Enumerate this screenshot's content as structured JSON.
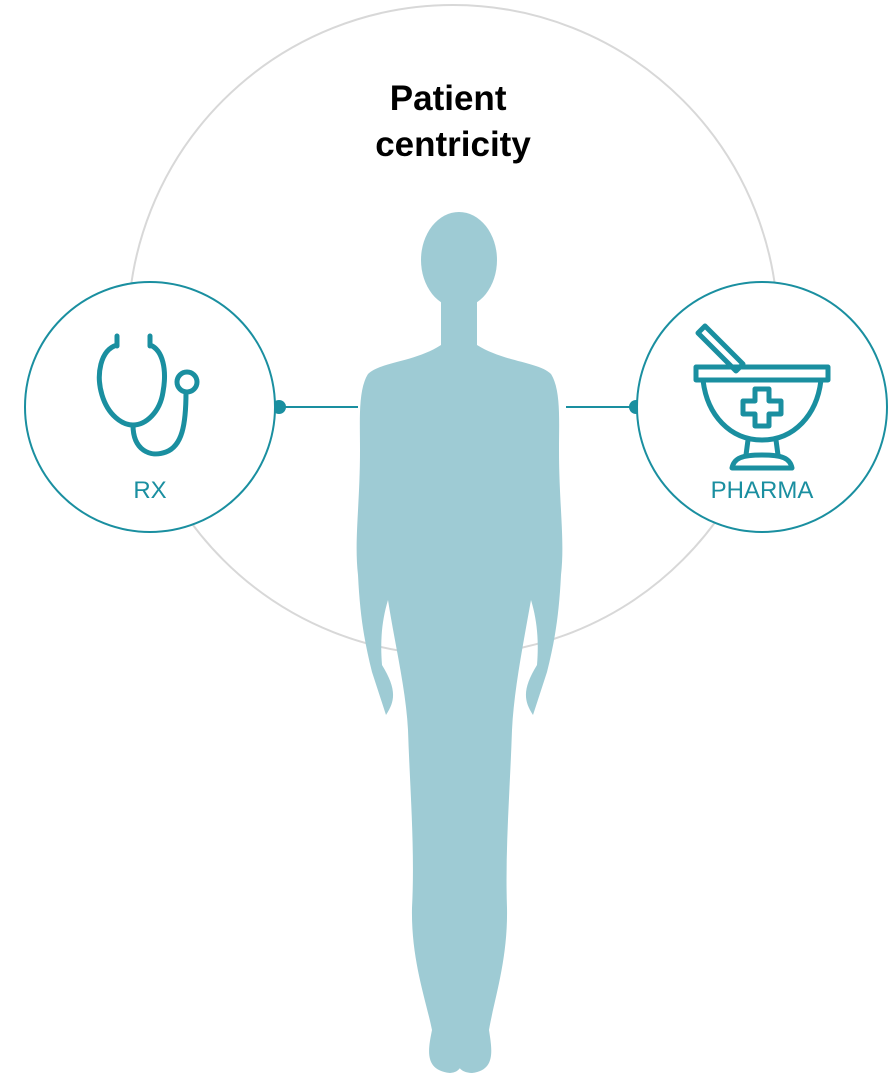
{
  "title": {
    "line1": "Patient",
    "line2": "centricity"
  },
  "nodes": {
    "left": {
      "label": "RX",
      "icon": "stethoscope-icon"
    },
    "right": {
      "label": "PHARMA",
      "icon": "mortar-pestle-icon"
    }
  },
  "colors": {
    "accent": "#1A8FA0",
    "silhouette": "#9ECBD4",
    "ring": "#D8D8D8",
    "title": "#000000"
  }
}
